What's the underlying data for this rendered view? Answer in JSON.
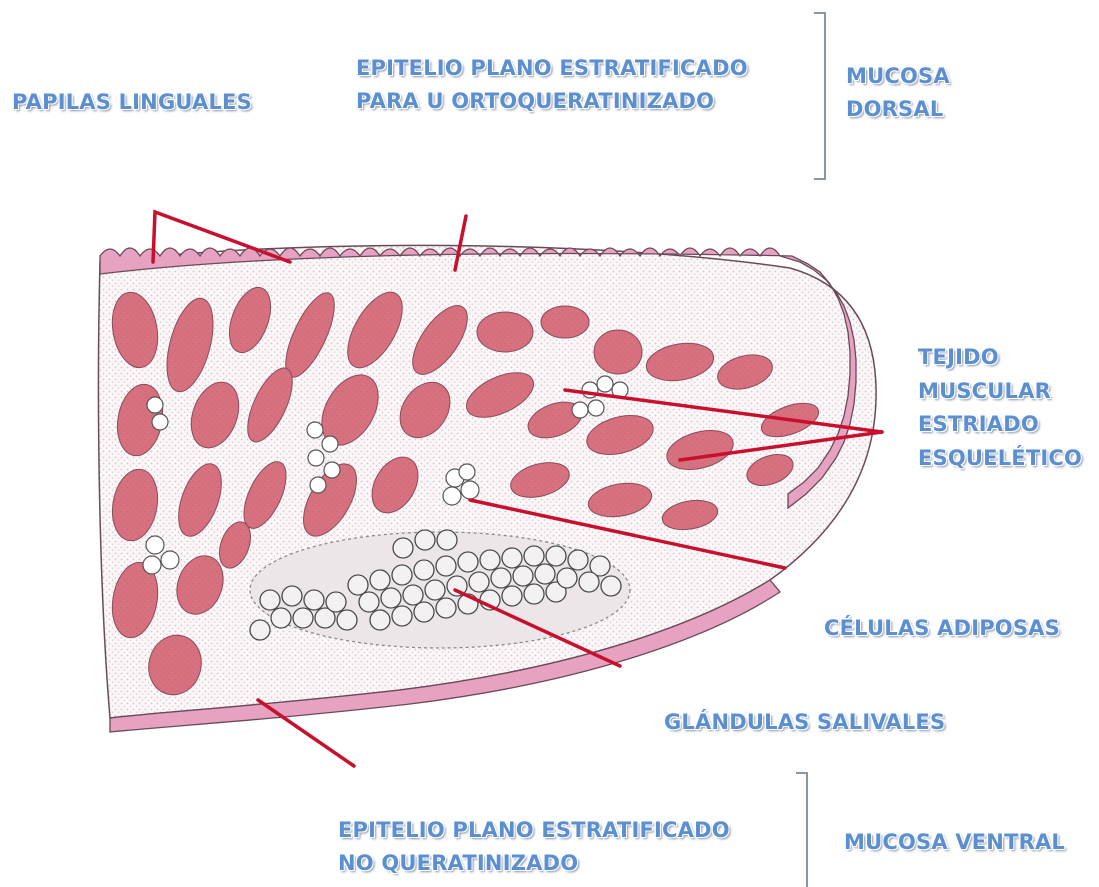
{
  "labels": {
    "papilas": "PAPILAS LINGUALES",
    "epitelio_dorsal_line1": "EPITELIO  PLANO  ESTRATIFICADO",
    "epitelio_dorsal_line2": "PARA U ORTOQUERATINIZADO",
    "mucosa_dorsal_line1": "MUCOSA",
    "mucosa_dorsal_line2": "DORSAL",
    "tejido_line1": "TEJIDO",
    "tejido_line2": "MUSCULAR",
    "tejido_line3": "ESTRIADO",
    "tejido_line4": "ESQUELÉTICO",
    "celulas": "CÉLULAS ADIPOSAS",
    "glandulas": "GLÁNDULAS SALIVALES",
    "epitelio_ventral_line1": "EPITELIO  PLANO  ESTRATIFICADO",
    "epitelio_ventral_line2": "NO QUERATINIZADO",
    "mucosa_ventral": "MUCOSA VENTRAL"
  },
  "colors": {
    "label_text": "#5b8fd0",
    "pointer_line": "#c8102e",
    "epithelium": "#e6a2c0",
    "muscle": "#d9707e",
    "outline": "#6a4a5a"
  }
}
